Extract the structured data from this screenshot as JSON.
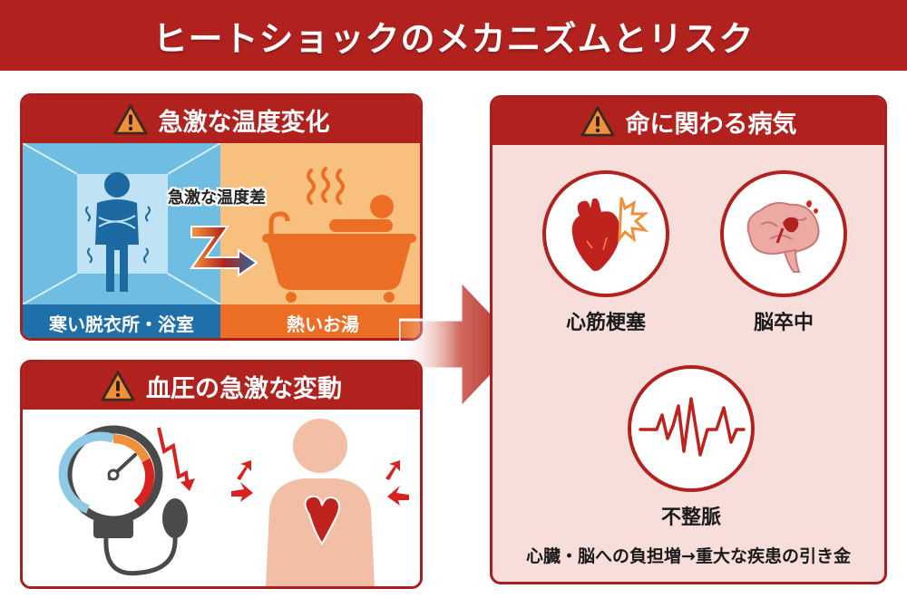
{
  "title": "ヒートショックのメカニズムとリスク",
  "colors": {
    "primary_red": "#b1221f",
    "cold_blue": "#6fbde3",
    "cold_label_blue": "#1f6fa8",
    "warm_orange_bg": "#f7c07f",
    "hot_orange": "#ec6e24",
    "disease_bg": "#f8dedb",
    "warning_orange": "#f0903a"
  },
  "panels": {
    "temperature_change": {
      "header": "急激な温度変化",
      "icon": "warning-icon",
      "cold_label": "寒い脱衣所・浴室",
      "hot_label": "熱いお湯",
      "difference_label": "急激な温度差"
    },
    "blood_pressure": {
      "header": "血圧の急激な変動",
      "icon": "warning-icon"
    },
    "diseases": {
      "header": "命に関わる病気",
      "icon": "warning-icon",
      "items": [
        {
          "name": "心筋梗塞",
          "icon": "heart-attack-icon"
        },
        {
          "name": "脳卒中",
          "icon": "brain-stroke-icon"
        },
        {
          "name": "不整脈",
          "icon": "ecg-icon"
        }
      ],
      "footer": "心臓・脳への負担増→重大な疾患の引き金"
    }
  }
}
